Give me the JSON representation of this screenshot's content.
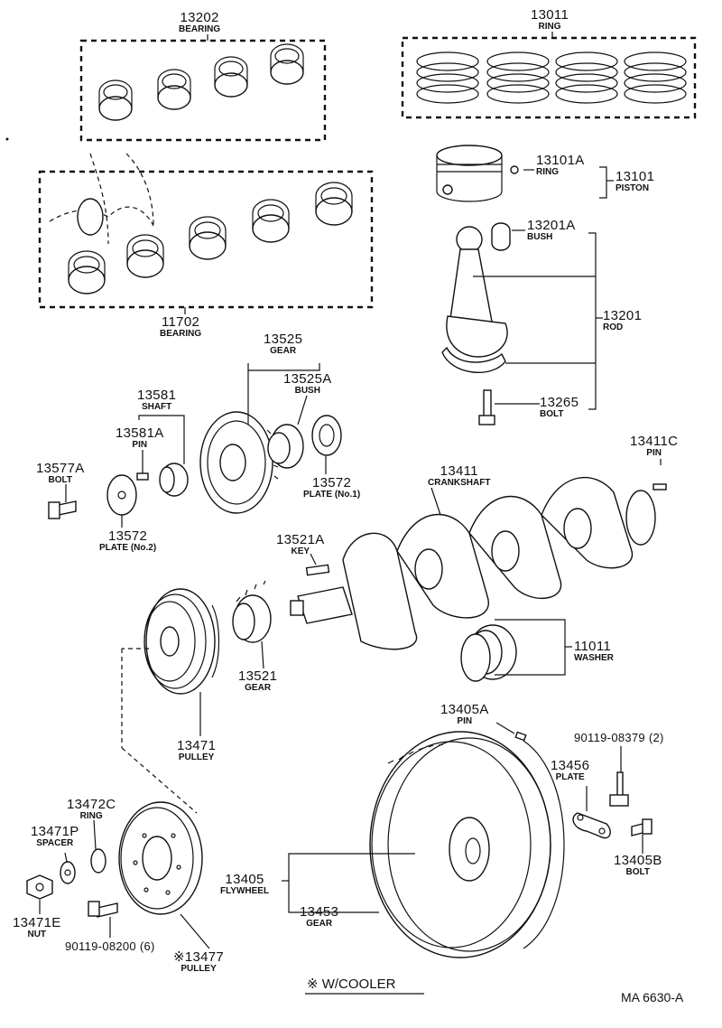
{
  "parts": [
    {
      "id": "p13202",
      "number": "13202",
      "name": "BEARING"
    },
    {
      "id": "p13011",
      "number": "13011",
      "name": "RING"
    },
    {
      "id": "p13101A",
      "number": "13101A",
      "name": "RING"
    },
    {
      "id": "p13101",
      "number": "13101",
      "name": "PISTON"
    },
    {
      "id": "p13201A",
      "number": "13201A",
      "name": "BUSH"
    },
    {
      "id": "p11702",
      "number": "11702",
      "name": "BEARING"
    },
    {
      "id": "p13201",
      "number": "13201",
      "name": "ROD"
    },
    {
      "id": "p13525",
      "number": "13525",
      "name": "GEAR"
    },
    {
      "id": "p13525A",
      "number": "13525A",
      "name": "BUSH"
    },
    {
      "id": "p13581",
      "number": "13581",
      "name": "SHAFT"
    },
    {
      "id": "p13581A",
      "number": "13581A",
      "name": "PIN"
    },
    {
      "id": "p13265",
      "number": "13265",
      "name": "BOLT"
    },
    {
      "id": "p13411C",
      "number": "13411C",
      "name": "PIN"
    },
    {
      "id": "p13577A",
      "number": "13577A",
      "name": "BOLT"
    },
    {
      "id": "p13572a",
      "number": "13572",
      "name": "PLATE (No.1)"
    },
    {
      "id": "p13411",
      "number": "13411",
      "name": "CRANKSHAFT"
    },
    {
      "id": "p13572b",
      "number": "13572",
      "name": "PLATE (No.2)"
    },
    {
      "id": "p13521A",
      "number": "13521A",
      "name": "KEY"
    },
    {
      "id": "p11011",
      "number": "11011",
      "name": "WASHER"
    },
    {
      "id": "p13521",
      "number": "13521",
      "name": "GEAR"
    },
    {
      "id": "p13405A",
      "number": "13405A",
      "name": "PIN"
    },
    {
      "id": "p90119a",
      "number": "90119-08379 (2)",
      "name": ""
    },
    {
      "id": "p13471",
      "number": "13471",
      "name": "PULLEY"
    },
    {
      "id": "p13456",
      "number": "13456",
      "name": "PLATE"
    },
    {
      "id": "p13472C",
      "number": "13472C",
      "name": "RING"
    },
    {
      "id": "p13471P",
      "number": "13471P",
      "name": "SPACER"
    },
    {
      "id": "p13405",
      "number": "13405",
      "name": "FLYWHEEL"
    },
    {
      "id": "p13405B",
      "number": "13405B",
      "name": "BOLT"
    },
    {
      "id": "p13453",
      "number": "13453",
      "name": "GEAR"
    },
    {
      "id": "p13471E",
      "number": "13471E",
      "name": "NUT"
    },
    {
      "id": "p90119b",
      "number": "90119-08200 (6)",
      "name": ""
    },
    {
      "id": "p13477",
      "number": "※13477",
      "name": "PULLEY"
    }
  ],
  "footer_note": "※ W/COOLER",
  "diagram_code": "MA 6630-A"
}
